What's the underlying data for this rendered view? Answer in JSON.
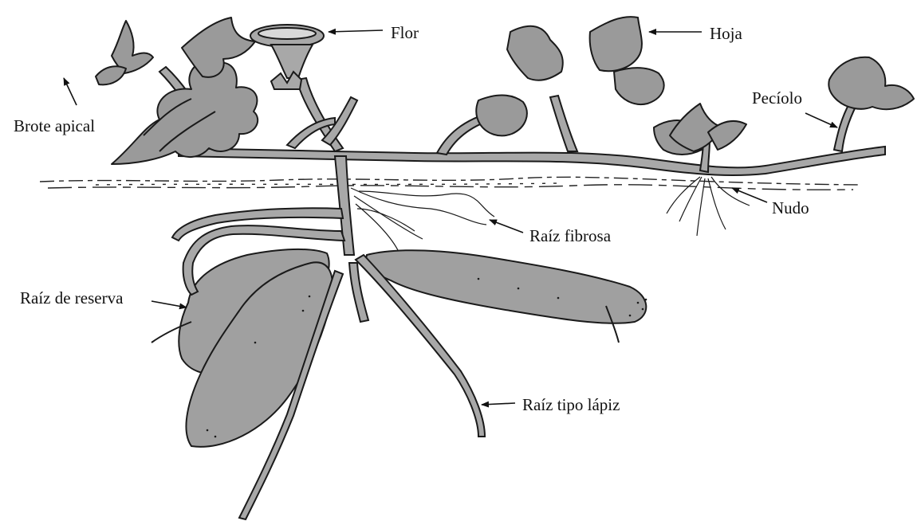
{
  "colors": {
    "fill": "#9a9a9a",
    "fill_light": "#a8a8a8",
    "stroke": "#1a1a1a",
    "background": "#ffffff"
  },
  "labels": {
    "flor": "Flor",
    "hoja": "Hoja",
    "brote_apical": "Brote apical",
    "peciolo": "Pecíolo",
    "nudo": "Nudo",
    "raiz_fibrosa": "Raíz fibrosa",
    "raiz_reserva": "Raíz de reserva",
    "raiz_lapiz": "Raíz tipo lápiz"
  }
}
